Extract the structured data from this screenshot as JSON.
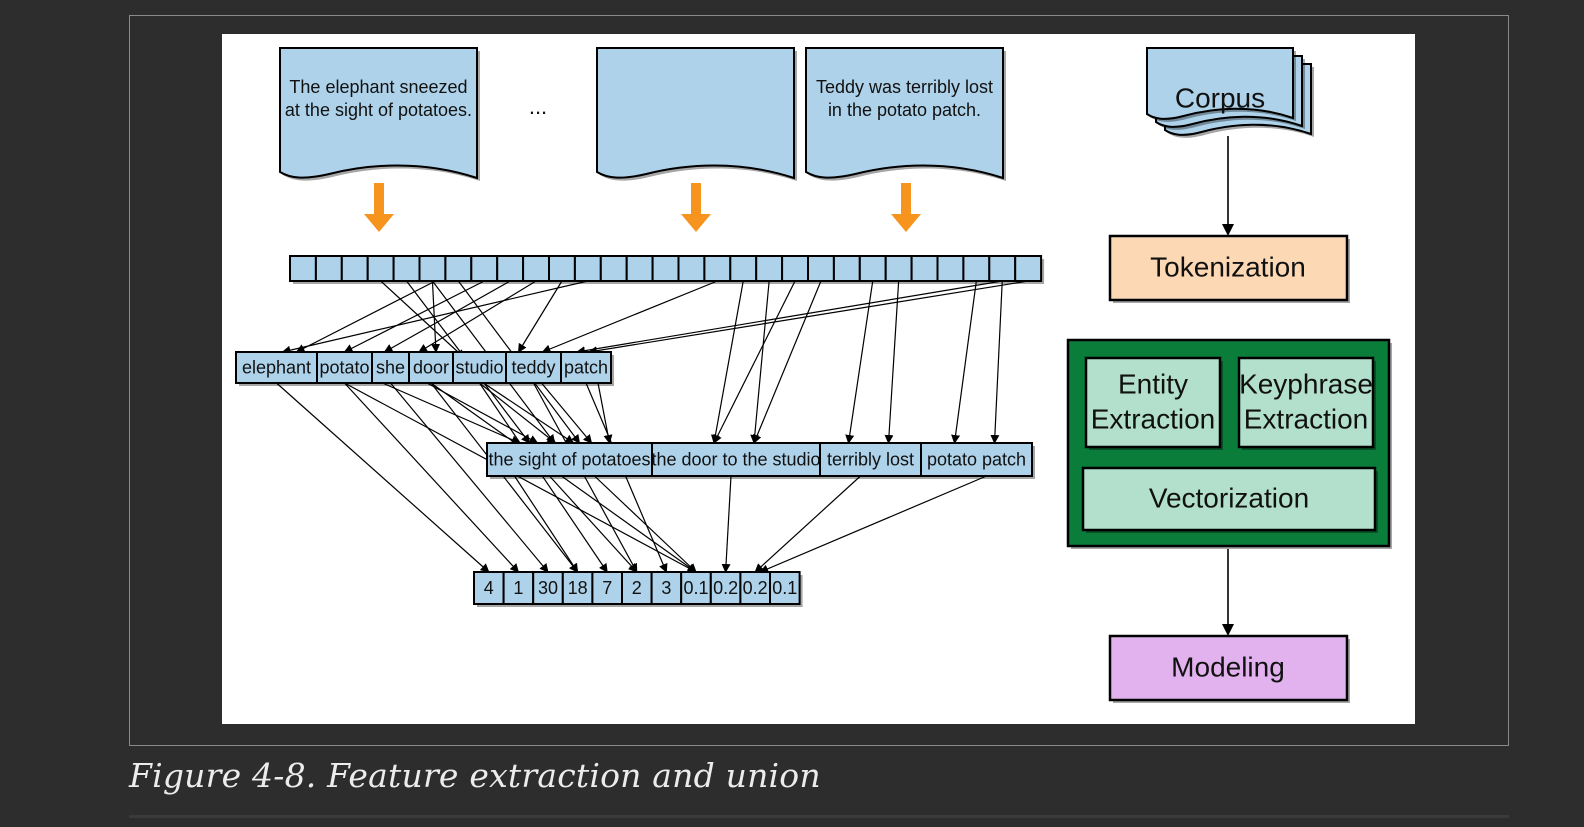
{
  "caption": "Figure 4-8. Feature extraction and union",
  "colors": {
    "page_bg": "#2d2d2d",
    "doc_fill": "#aed2ea",
    "arrow_orange": "#f7941d",
    "tokenization_fill": "#fcd8b4",
    "extraction_fill": "#b2e0cc",
    "extraction_border": "#0a7d3a",
    "modeling_fill": "#e2b2ee"
  },
  "documents": [
    {
      "text": [
        "The elephant sneezed",
        "at the sight of potatoes."
      ]
    },
    {
      "text": []
    },
    {
      "text": [
        "Teddy was terribly lost",
        "in the potato patch."
      ]
    }
  ],
  "ellipsis": "...",
  "token_slot_count": 29,
  "words": [
    "elephant",
    "potato",
    "she",
    "door",
    "studio",
    "teddy",
    "patch"
  ],
  "phrases": [
    "the sight of potatoes",
    "the door to the studio",
    "terribly lost",
    "potato patch"
  ],
  "vector": [
    "4",
    "1",
    "30",
    "18",
    "7",
    "2",
    "3",
    "0.1",
    "0.2",
    "0.2",
    "0.1"
  ],
  "pipeline": {
    "corpus": "Corpus",
    "tokenization": "Tokenization",
    "entity": [
      "Entity",
      "Extraction"
    ],
    "keyphrase": [
      "Keyphrase",
      "Extraction"
    ],
    "vectorization": "Vectorization",
    "modeling": "Modeling"
  }
}
